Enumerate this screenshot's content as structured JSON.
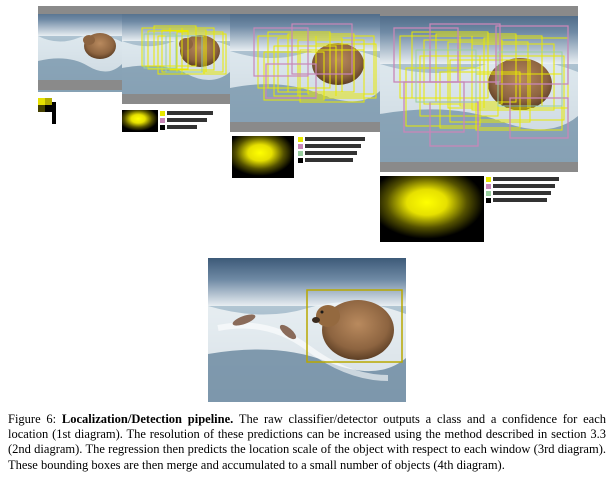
{
  "figure": {
    "label": "Figure 6:",
    "title": "Localization/Detection pipeline.",
    "text": "The raw classifier/detector outputs a class and a confidence for each location (1st diagram). The resolution of these predictions can be increased using the method described in section 3.3 (2nd diagram). The regression then predicts the location scale of the object with respect to each window (3rd diagram). These bounding boxes are then merge and accumulated to a small number of objects (4th diagram)."
  },
  "diagrams": [
    {
      "name": "1st diagram",
      "content": "raw classifier/detector outputs"
    },
    {
      "name": "2nd diagram",
      "content": "increased resolution predictions"
    },
    {
      "name": "3rd diagram",
      "content": "regressed bounding boxes"
    },
    {
      "name": "4th diagram",
      "content": "merged final detection"
    }
  ],
  "colors": {
    "box_yellow": "#e8e800",
    "box_pink": "#c887b8",
    "box_green": "#9acfa0",
    "heat_hot": "#ffff00",
    "heat_cold": "#000000",
    "final_box": "#b8a800"
  }
}
